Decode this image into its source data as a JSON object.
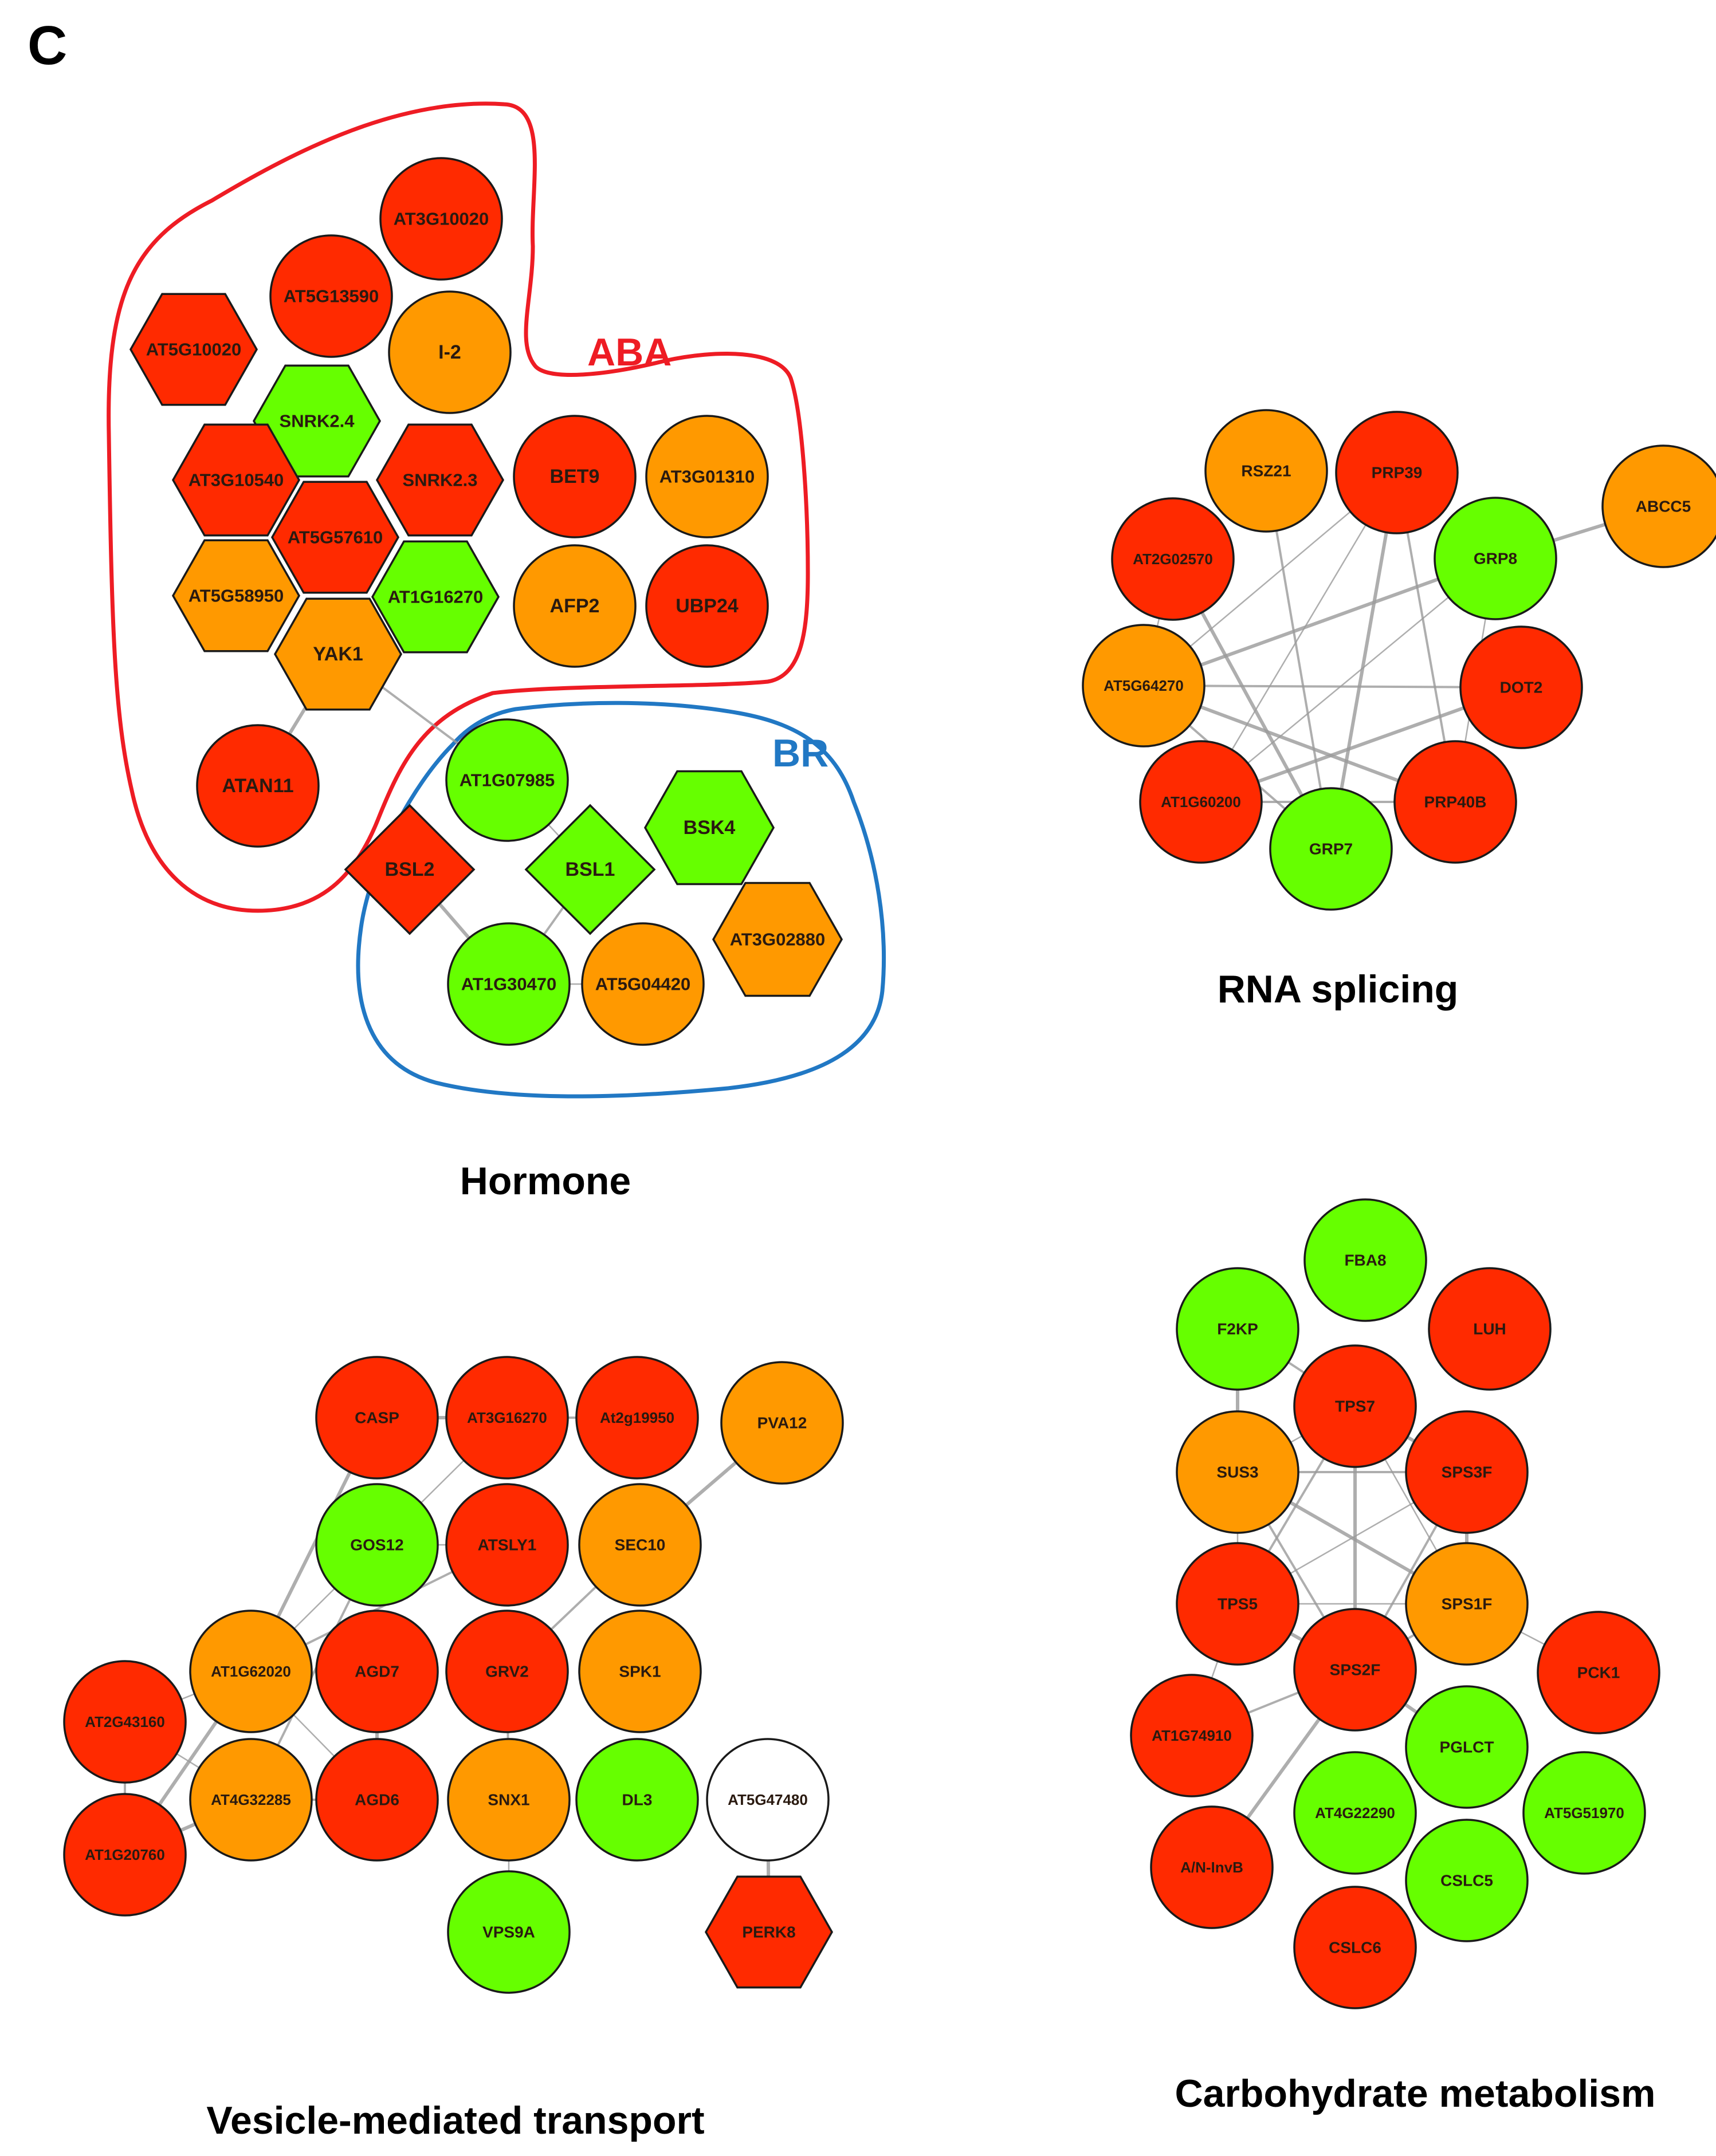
{
  "panel_letter": "C",
  "colors": {
    "red": "#ff2a00",
    "orange": "#ff9900",
    "green": "#66ff00",
    "white": "#ffffff",
    "aba_outline": "#ee1c24",
    "br_outline": "#2178c4",
    "edge": "#9a9a9a"
  },
  "panels": {
    "hormone": {
      "title": "Hormone",
      "groups": {
        "aba": "ABA",
        "br": "BR"
      },
      "nodes": [
        {
          "id": "AT3G10020",
          "label": "AT3G10020",
          "color": "red",
          "shape": "circle"
        },
        {
          "id": "AT5G13590",
          "label": "AT5G13590",
          "color": "red",
          "shape": "circle"
        },
        {
          "id": "I-2",
          "label": "I-2",
          "color": "orange",
          "shape": "circle"
        },
        {
          "id": "AT5G10020",
          "label": "AT5G10020",
          "color": "red",
          "shape": "hexagon"
        },
        {
          "id": "SNRK2.4",
          "label": "SNRK2.4",
          "color": "green",
          "shape": "hexagon"
        },
        {
          "id": "AT3G10540",
          "label": "AT3G10540",
          "color": "red",
          "shape": "hexagon"
        },
        {
          "id": "SNRK2.3",
          "label": "SNRK2.3",
          "color": "red",
          "shape": "hexagon"
        },
        {
          "id": "AT5G57610",
          "label": "AT5G57610",
          "color": "red",
          "shape": "hexagon"
        },
        {
          "id": "AT5G58950",
          "label": "AT5G58950",
          "color": "orange",
          "shape": "hexagon"
        },
        {
          "id": "AT1G16270",
          "label": "AT1G16270",
          "color": "green",
          "shape": "hexagon"
        },
        {
          "id": "YAK1",
          "label": "YAK1",
          "color": "orange",
          "shape": "hexagon"
        },
        {
          "id": "BET9",
          "label": "BET9",
          "color": "red",
          "shape": "circle"
        },
        {
          "id": "AT3G01310",
          "label": "AT3G01310",
          "color": "orange",
          "shape": "circle"
        },
        {
          "id": "AFP2",
          "label": "AFP2",
          "color": "orange",
          "shape": "circle"
        },
        {
          "id": "UBP24",
          "label": "UBP24",
          "color": "red",
          "shape": "circle"
        },
        {
          "id": "ATAN11",
          "label": "ATAN11",
          "color": "red",
          "shape": "circle"
        },
        {
          "id": "AT1G07985",
          "label": "AT1G07985",
          "color": "green",
          "shape": "circle"
        },
        {
          "id": "BSK4",
          "label": "BSK4",
          "color": "green",
          "shape": "hexagon"
        },
        {
          "id": "BSL2",
          "label": "BSL2",
          "color": "red",
          "shape": "diamond"
        },
        {
          "id": "BSL1",
          "label": "BSL1",
          "color": "green",
          "shape": "diamond"
        },
        {
          "id": "AT3G02880",
          "label": "AT3G02880",
          "color": "orange",
          "shape": "hexagon"
        },
        {
          "id": "AT1G30470",
          "label": "AT1G30470",
          "color": "green",
          "shape": "circle"
        },
        {
          "id": "AT5G04420",
          "label": "AT5G04420",
          "color": "orange",
          "shape": "circle"
        }
      ],
      "edges": [
        [
          "YAK1",
          "ATAN11"
        ],
        [
          "YAK1",
          "AT1G07985"
        ],
        [
          "AT1G07985",
          "BSL1"
        ],
        [
          "BSL2",
          "AT1G30470"
        ],
        [
          "BSL1",
          "AT1G30470"
        ],
        [
          "AT1G30470",
          "AT5G04420"
        ]
      ]
    },
    "rna": {
      "title": "RNA splicing",
      "nodes": [
        {
          "id": "RSZ21",
          "label": "RSZ21",
          "color": "orange",
          "shape": "circle"
        },
        {
          "id": "PRP39",
          "label": "PRP39",
          "color": "red",
          "shape": "circle"
        },
        {
          "id": "ABCC5",
          "label": "ABCC5",
          "color": "orange",
          "shape": "circle"
        },
        {
          "id": "AT2G02570",
          "label": "AT2G02570",
          "color": "red",
          "shape": "circle"
        },
        {
          "id": "GRP8",
          "label": "GRP8",
          "color": "green",
          "shape": "circle"
        },
        {
          "id": "AT5G64270",
          "label": "AT5G64270",
          "color": "orange",
          "shape": "circle"
        },
        {
          "id": "DOT2",
          "label": "DOT2",
          "color": "red",
          "shape": "circle"
        },
        {
          "id": "AT1G60200",
          "label": "AT1G60200",
          "color": "red",
          "shape": "circle"
        },
        {
          "id": "PRP40B",
          "label": "PRP40B",
          "color": "red",
          "shape": "circle"
        },
        {
          "id": "GRP7",
          "label": "GRP7",
          "color": "green",
          "shape": "circle"
        }
      ],
      "edges": [
        [
          "GRP8",
          "ABCC5"
        ],
        [
          "PRP39",
          "PRP40B"
        ],
        [
          "PRP39",
          "AT1G60200"
        ],
        [
          "PRP39",
          "GRP7"
        ],
        [
          "RSZ21",
          "GRP7"
        ],
        [
          "AT2G02570",
          "AT5G64270"
        ],
        [
          "AT5G64270",
          "GRP8"
        ],
        [
          "AT5G64270",
          "DOT2"
        ],
        [
          "AT5G64270",
          "PRP39"
        ],
        [
          "AT5G64270",
          "PRP40B"
        ],
        [
          "AT5G64270",
          "GRP7"
        ],
        [
          "AT1G60200",
          "GRP8"
        ],
        [
          "AT1G60200",
          "DOT2"
        ],
        [
          "AT1G60200",
          "PRP40B"
        ],
        [
          "GRP8",
          "PRP40B"
        ],
        [
          "AT2G02570",
          "GRP7"
        ]
      ]
    },
    "vesicle": {
      "title": "Vesicle-mediated transport",
      "nodes": [
        {
          "id": "CASP",
          "label": "CASP",
          "color": "red",
          "shape": "circle"
        },
        {
          "id": "AT3G16270",
          "label": "AT3G16270",
          "color": "red",
          "shape": "circle"
        },
        {
          "id": "At2g19950",
          "label": "At2g19950",
          "color": "red",
          "shape": "circle"
        },
        {
          "id": "PVA12",
          "label": "PVA12",
          "color": "orange",
          "shape": "circle"
        },
        {
          "id": "GOS12",
          "label": "GOS12",
          "color": "green",
          "shape": "circle"
        },
        {
          "id": "ATSLY1",
          "label": "ATSLY1",
          "color": "red",
          "shape": "circle"
        },
        {
          "id": "SEC10",
          "label": "SEC10",
          "color": "orange",
          "shape": "circle"
        },
        {
          "id": "AT1G62020",
          "label": "AT1G62020",
          "color": "orange",
          "shape": "circle"
        },
        {
          "id": "AGD7",
          "label": "AGD7",
          "color": "red",
          "shape": "circle"
        },
        {
          "id": "GRV2",
          "label": "GRV2",
          "color": "red",
          "shape": "circle"
        },
        {
          "id": "SPK1",
          "label": "SPK1",
          "color": "orange",
          "shape": "circle"
        },
        {
          "id": "AT2G43160",
          "label": "AT2G43160",
          "color": "red",
          "shape": "circle"
        },
        {
          "id": "AT4G32285",
          "label": "AT4G32285",
          "color": "orange",
          "shape": "circle"
        },
        {
          "id": "AGD6",
          "label": "AGD6",
          "color": "red",
          "shape": "circle"
        },
        {
          "id": "SNX1",
          "label": "SNX1",
          "color": "orange",
          "shape": "circle"
        },
        {
          "id": "DL3",
          "label": "DL3",
          "color": "green",
          "shape": "circle"
        },
        {
          "id": "AT5G47480",
          "label": "AT5G47480",
          "color": "white",
          "shape": "circle"
        },
        {
          "id": "AT1G20760",
          "label": "AT1G20760",
          "color": "red",
          "shape": "circle"
        },
        {
          "id": "VPS9A",
          "label": "VPS9A",
          "color": "green",
          "shape": "circle"
        },
        {
          "id": "PERK8",
          "label": "PERK8",
          "color": "red",
          "shape": "hexagon"
        }
      ],
      "edges": [
        [
          "CASP",
          "AT3G16270"
        ],
        [
          "AT3G16270",
          "At2g19950"
        ],
        [
          "GOS12",
          "ATSLY1"
        ],
        [
          "SEC10",
          "PVA12"
        ],
        [
          "SEC10",
          "GRV2"
        ],
        [
          "AT3G16270",
          "AT1G62020"
        ],
        [
          "CASP",
          "AT1G62020"
        ],
        [
          "GOS12",
          "AT4G32285"
        ],
        [
          "AT1G62020",
          "AT2G43160"
        ],
        [
          "AT1G62020",
          "AT1G20760"
        ],
        [
          "AT2G43160",
          "AT1G20760"
        ],
        [
          "AT2G43160",
          "AT4G32285"
        ],
        [
          "AT4G32285",
          "AT1G20760"
        ],
        [
          "AT4G32285",
          "AGD6"
        ],
        [
          "AT1G62020",
          "AGD6"
        ],
        [
          "AGD7",
          "AGD6"
        ],
        [
          "GRV2",
          "SNX1"
        ],
        [
          "SNX1",
          "VPS9A"
        ],
        [
          "AT5G47480",
          "PERK8"
        ],
        [
          "ATSLY1",
          "AT1G62020"
        ]
      ]
    },
    "carbo": {
      "title": "Carbohydrate metabolism",
      "nodes": [
        {
          "id": "FBA8",
          "label": "FBA8",
          "color": "green",
          "shape": "circle"
        },
        {
          "id": "F2KP",
          "label": "F2KP",
          "color": "green",
          "shape": "circle"
        },
        {
          "id": "LUH",
          "label": "LUH",
          "color": "red",
          "shape": "circle"
        },
        {
          "id": "TPS7",
          "label": "TPS7",
          "color": "red",
          "shape": "circle"
        },
        {
          "id": "SUS3",
          "label": "SUS3",
          "color": "orange",
          "shape": "circle"
        },
        {
          "id": "SPS3F",
          "label": "SPS3F",
          "color": "red",
          "shape": "circle"
        },
        {
          "id": "TPS5",
          "label": "TPS5",
          "color": "red",
          "shape": "circle"
        },
        {
          "id": "SPS1F",
          "label": "SPS1F",
          "color": "orange",
          "shape": "circle"
        },
        {
          "id": "SPS2F",
          "label": "SPS2F",
          "color": "red",
          "shape": "circle"
        },
        {
          "id": "PCK1",
          "label": "PCK1",
          "color": "red",
          "shape": "circle"
        },
        {
          "id": "AT1G74910",
          "label": "AT1G74910",
          "color": "red",
          "shape": "circle"
        },
        {
          "id": "PGLCT",
          "label": "PGLCT",
          "color": "green",
          "shape": "circle"
        },
        {
          "id": "AT4G22290",
          "label": "AT4G22290",
          "color": "green",
          "shape": "circle"
        },
        {
          "id": "AT5G51970",
          "label": "AT5G51970",
          "color": "green",
          "shape": "circle"
        },
        {
          "id": "A/N-InvB",
          "label": "A/N-InvB",
          "color": "red",
          "shape": "circle"
        },
        {
          "id": "CSLC5",
          "label": "CSLC5",
          "color": "green",
          "shape": "circle"
        },
        {
          "id": "CSLC6",
          "label": "CSLC6",
          "color": "red",
          "shape": "circle"
        }
      ],
      "edges": [
        [
          "F2KP",
          "SUS3"
        ],
        [
          "F2KP",
          "TPS7"
        ],
        [
          "TPS7",
          "SUS3"
        ],
        [
          "TPS7",
          "SPS3F"
        ],
        [
          "TPS7",
          "TPS5"
        ],
        [
          "TPS7",
          "SPS1F"
        ],
        [
          "TPS7",
          "SPS2F"
        ],
        [
          "SUS3",
          "SPS3F"
        ],
        [
          "SUS3",
          "TPS5"
        ],
        [
          "SUS3",
          "SPS1F"
        ],
        [
          "SUS3",
          "SPS2F"
        ],
        [
          "SPS3F",
          "TPS5"
        ],
        [
          "SPS3F",
          "SPS1F"
        ],
        [
          "SPS3F",
          "SPS2F"
        ],
        [
          "TPS5",
          "SPS1F"
        ],
        [
          "TPS5",
          "SPS2F"
        ],
        [
          "SPS1F",
          "SPS2F"
        ],
        [
          "SPS1F",
          "PCK1"
        ],
        [
          "SPS2F",
          "PGLCT"
        ],
        [
          "SPS2F",
          "AT1G74910"
        ],
        [
          "TPS5",
          "AT1G74910"
        ],
        [
          "SPS2F",
          "A/N-InvB"
        ]
      ]
    }
  }
}
